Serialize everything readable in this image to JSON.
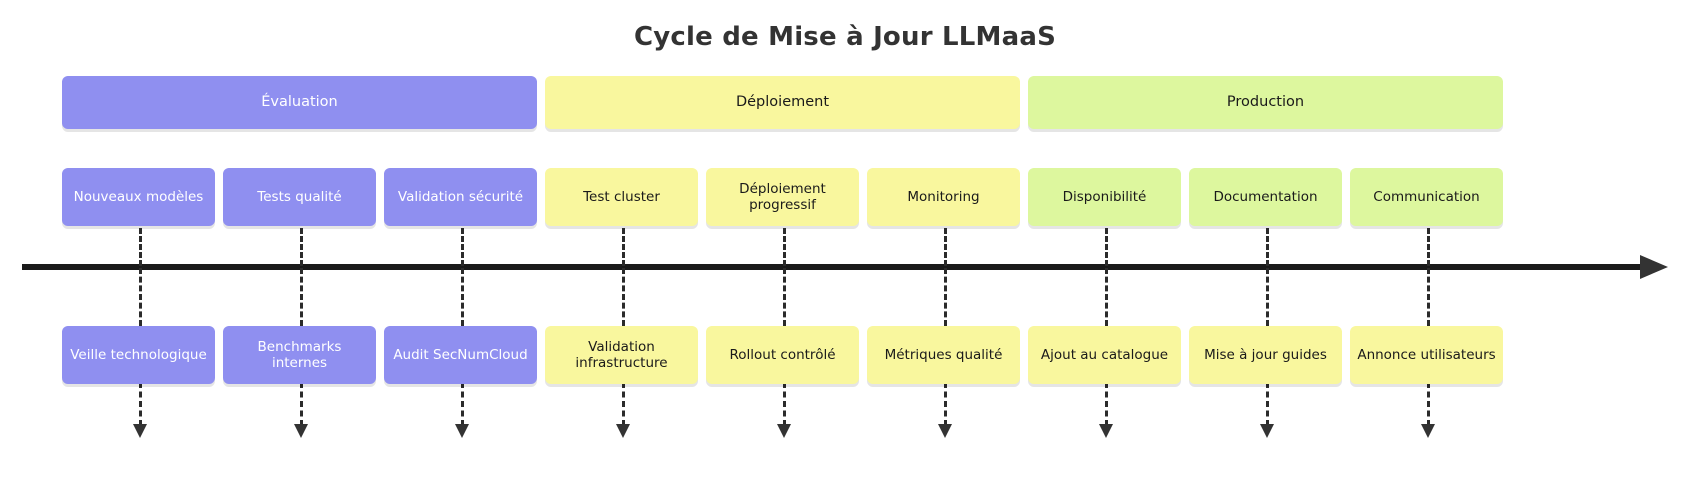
{
  "diagram": {
    "title": "Cycle de Mise à Jour LLMaaS",
    "type": "timeline",
    "colors": {
      "purple": "#8f8ff0",
      "yellow": "#f9f79e",
      "green": "#ddf79e",
      "axis": "#1a1a1a",
      "title_text": "#333333",
      "background": "#ffffff"
    }
  },
  "sections": [
    {
      "label": "Évaluation",
      "theme": "c-purple",
      "span": 3
    },
    {
      "label": "Déploiement",
      "theme": "c-yellow",
      "span": 3
    },
    {
      "label": "Production",
      "theme": "c-green",
      "span": 3
    }
  ],
  "columns": [
    {
      "section": "Évaluation",
      "top": {
        "label": "Nouveaux modèles",
        "theme": "c-purple"
      },
      "bottom": {
        "label": "Veille technologique",
        "theme": "c-purple"
      }
    },
    {
      "section": "Évaluation",
      "top": {
        "label": "Tests qualité",
        "theme": "c-purple"
      },
      "bottom": {
        "label": "Benchmarks internes",
        "theme": "c-purple"
      }
    },
    {
      "section": "Évaluation",
      "top": {
        "label": "Validation sécurité",
        "theme": "c-purple"
      },
      "bottom": {
        "label": "Audit SecNumCloud",
        "theme": "c-purple"
      }
    },
    {
      "section": "Déploiement",
      "top": {
        "label": "Test cluster",
        "theme": "c-yellow"
      },
      "bottom": {
        "label": "Validation infrastructure",
        "theme": "c-yellow"
      }
    },
    {
      "section": "Déploiement",
      "top": {
        "label": "Déploiement progressif",
        "theme": "c-yellow"
      },
      "bottom": {
        "label": "Rollout contrôlé",
        "theme": "c-yellow"
      }
    },
    {
      "section": "Déploiement",
      "top": {
        "label": "Monitoring",
        "theme": "c-yellow"
      },
      "bottom": {
        "label": "Métriques qualité",
        "theme": "c-yellow"
      }
    },
    {
      "section": "Production",
      "top": {
        "label": "Disponibilité",
        "theme": "c-green"
      },
      "bottom": {
        "label": "Ajout au catalogue",
        "theme": "c-yellow"
      }
    },
    {
      "section": "Production",
      "top": {
        "label": "Documentation",
        "theme": "c-green"
      },
      "bottom": {
        "label": "Mise à jour guides",
        "theme": "c-yellow"
      }
    },
    {
      "section": "Production",
      "top": {
        "label": "Communication",
        "theme": "c-green"
      },
      "bottom": {
        "label": "Annonce utilisateurs",
        "theme": "c-yellow"
      }
    }
  ]
}
